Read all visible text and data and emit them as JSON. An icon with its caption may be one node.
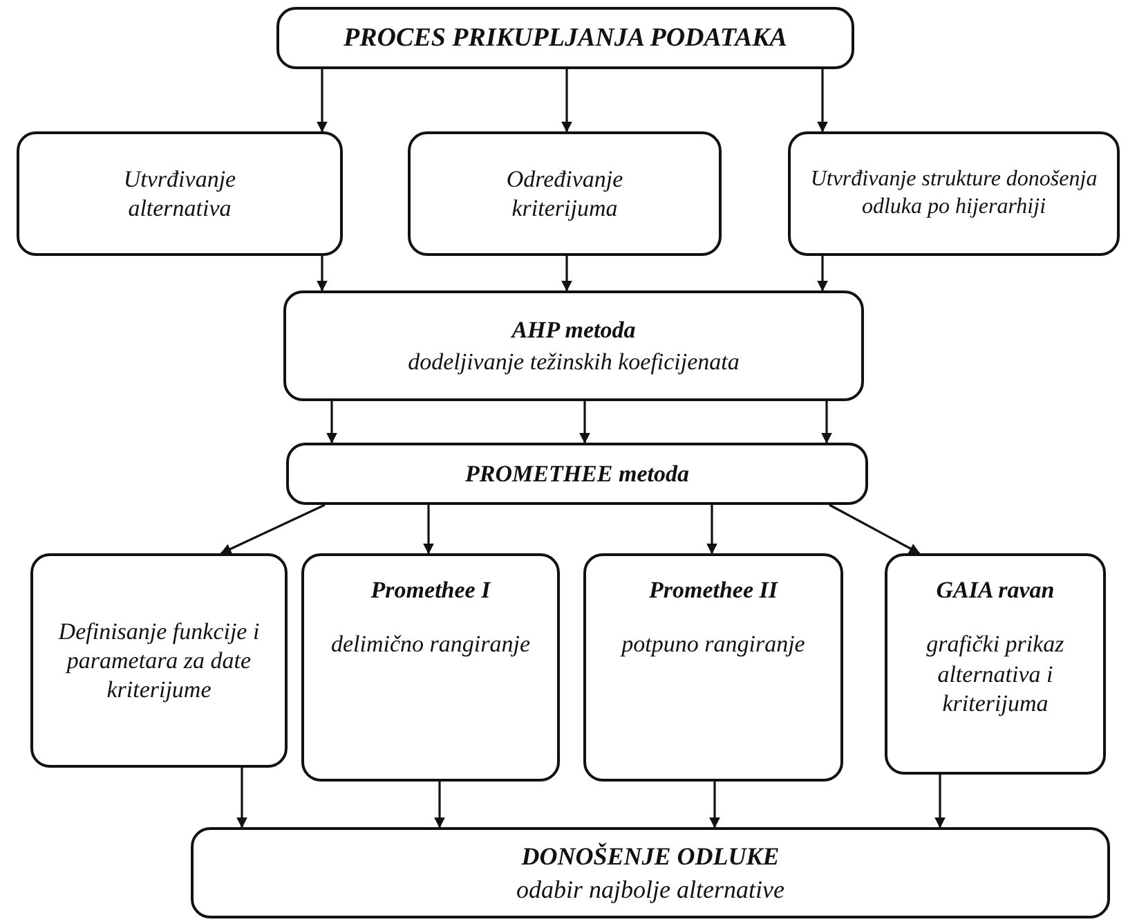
{
  "diagram": {
    "nodes": [
      {
        "text": [
          "PROCES PRIKUPLJANJA PODATAKA"
        ]
      },
      {
        "text": [
          "Utvrđivanje alternativa"
        ]
      },
      {
        "text": [
          "Određivanje kriterijuma"
        ]
      },
      {
        "text": [
          "Utvrđivanje strukture donošenja odluka po hijerarhiji"
        ]
      },
      {
        "text": [
          "AHP metoda",
          "dodeljivanje težinskih koeficijenata"
        ]
      },
      {
        "text": [
          "PROMETHEE metoda"
        ]
      },
      {
        "text": [
          "Definisanje funkcije i parametara za date kriterijume"
        ]
      },
      {
        "text": [
          "Promethee I",
          "delimično rangiranje"
        ]
      },
      {
        "text": [
          "Promethee II",
          "potpuno rangiranje"
        ]
      },
      {
        "text": [
          "GAIA ravan",
          "grafički prikaz alternativa i kriterijuma"
        ]
      },
      {
        "text": [
          "DONOŠENJE ODLUKE",
          "odabir najbolje alternative"
        ]
      }
    ],
    "edges": [
      {
        "from": 0,
        "to": 1,
        "arrow": "to"
      },
      {
        "from": 0,
        "to": 2,
        "arrow": "to"
      },
      {
        "from": 0,
        "to": 3,
        "arrow": "to"
      },
      {
        "from": 1,
        "to": 4,
        "arrow": "to"
      },
      {
        "from": 2,
        "to": 4,
        "arrow": "to"
      },
      {
        "from": 3,
        "to": 4,
        "arrow": "to"
      },
      {
        "from": 4,
        "to": 5,
        "arrow": "to"
      },
      {
        "from": 4,
        "to": 5,
        "arrow": "to"
      },
      {
        "from": 4,
        "to": 5,
        "arrow": "to"
      },
      {
        "from": 5,
        "to": 6,
        "arrow": "to"
      },
      {
        "from": 5,
        "to": 7,
        "arrow": "to"
      },
      {
        "from": 5,
        "to": 8,
        "arrow": "to"
      },
      {
        "from": 5,
        "to": 9,
        "arrow": "to"
      },
      {
        "from": 6,
        "to": 10,
        "arrow": "to"
      },
      {
        "from": 7,
        "to": 10,
        "arrow": "to"
      },
      {
        "from": 8,
        "to": 10,
        "arrow": "to"
      },
      {
        "from": 9,
        "to": 10,
        "arrow": "to"
      }
    ]
  }
}
